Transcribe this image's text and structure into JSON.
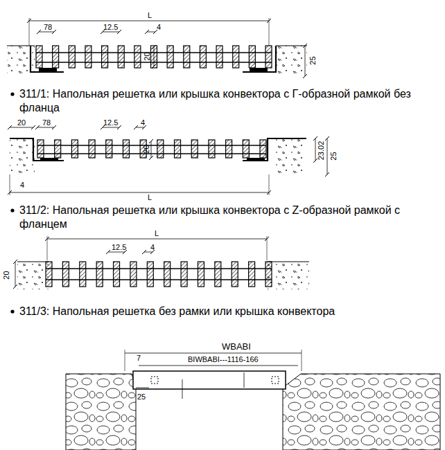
{
  "diagram": {
    "labels": [
      "L",
      "78",
      "12.5",
      "4",
      "20",
      "25",
      "311/1: Напольная решетка или крышка конвектора с Г-образной рамкой без фланца",
      "20",
      "78",
      "12.5",
      "4",
      "20",
      "23.02",
      "25",
      "4",
      "L",
      "311/2: Напольная решетка или крышка конвектора с Z-образной рамкой с фланцем",
      "L",
      "12.5",
      "4",
      "20",
      "311/3: Напольная решетка без рамки или крышка конвектора",
      "WBABI",
      "BIWBABI---1116-166",
      "7",
      "25"
    ]
  }
}
